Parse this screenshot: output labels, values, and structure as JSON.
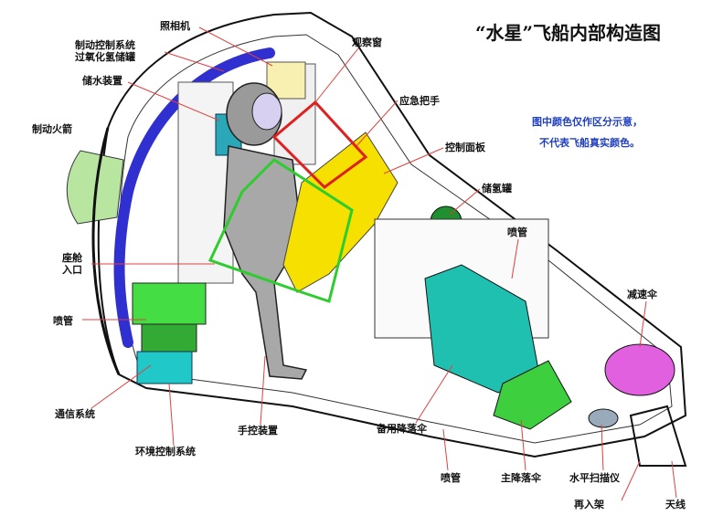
{
  "title": "“水星”飞船内部构造图",
  "note": {
    "line1": "图中颜色仅作区分示意，",
    "line2": "不代表飞船真实颜色。"
  },
  "labels": {
    "camera": "照相机",
    "brake_ctrl_line1": "制动控制系统",
    "brake_ctrl_line2": "过氧化氢储罐",
    "water_storage": "储水装置",
    "retro_rocket": "制动火箭",
    "window": "观察窗",
    "emergency_handle": "应急把手",
    "control_panel": "控制面板",
    "h_tank": "储氢罐",
    "nozzle_upper_right": "喷管",
    "hatch_line1": "座舱",
    "hatch_line2": "入口",
    "nozzle_left": "喷管",
    "drogue_chute": "减速伞",
    "comm_system": "通信系统",
    "hand_controller": "手控装置",
    "env_control": "环境控制系统",
    "reserve_chute": "备用降落伞",
    "nozzle_bottom": "喷管",
    "main_chute": "主降落伞",
    "horizon_scanner": "水平扫描仪",
    "reentry_rack": "再入架",
    "antenna": "天线"
  },
  "colors": {
    "green_highlight": "#2ecc2e",
    "red_highlight": "#e02020",
    "blue_tank": "#3030d0",
    "yellow_panel": "#f5e000",
    "cyan_chute": "#20c0b0",
    "magenta_chute": "#e060e0",
    "green_tank": "#1f8f2f"
  }
}
